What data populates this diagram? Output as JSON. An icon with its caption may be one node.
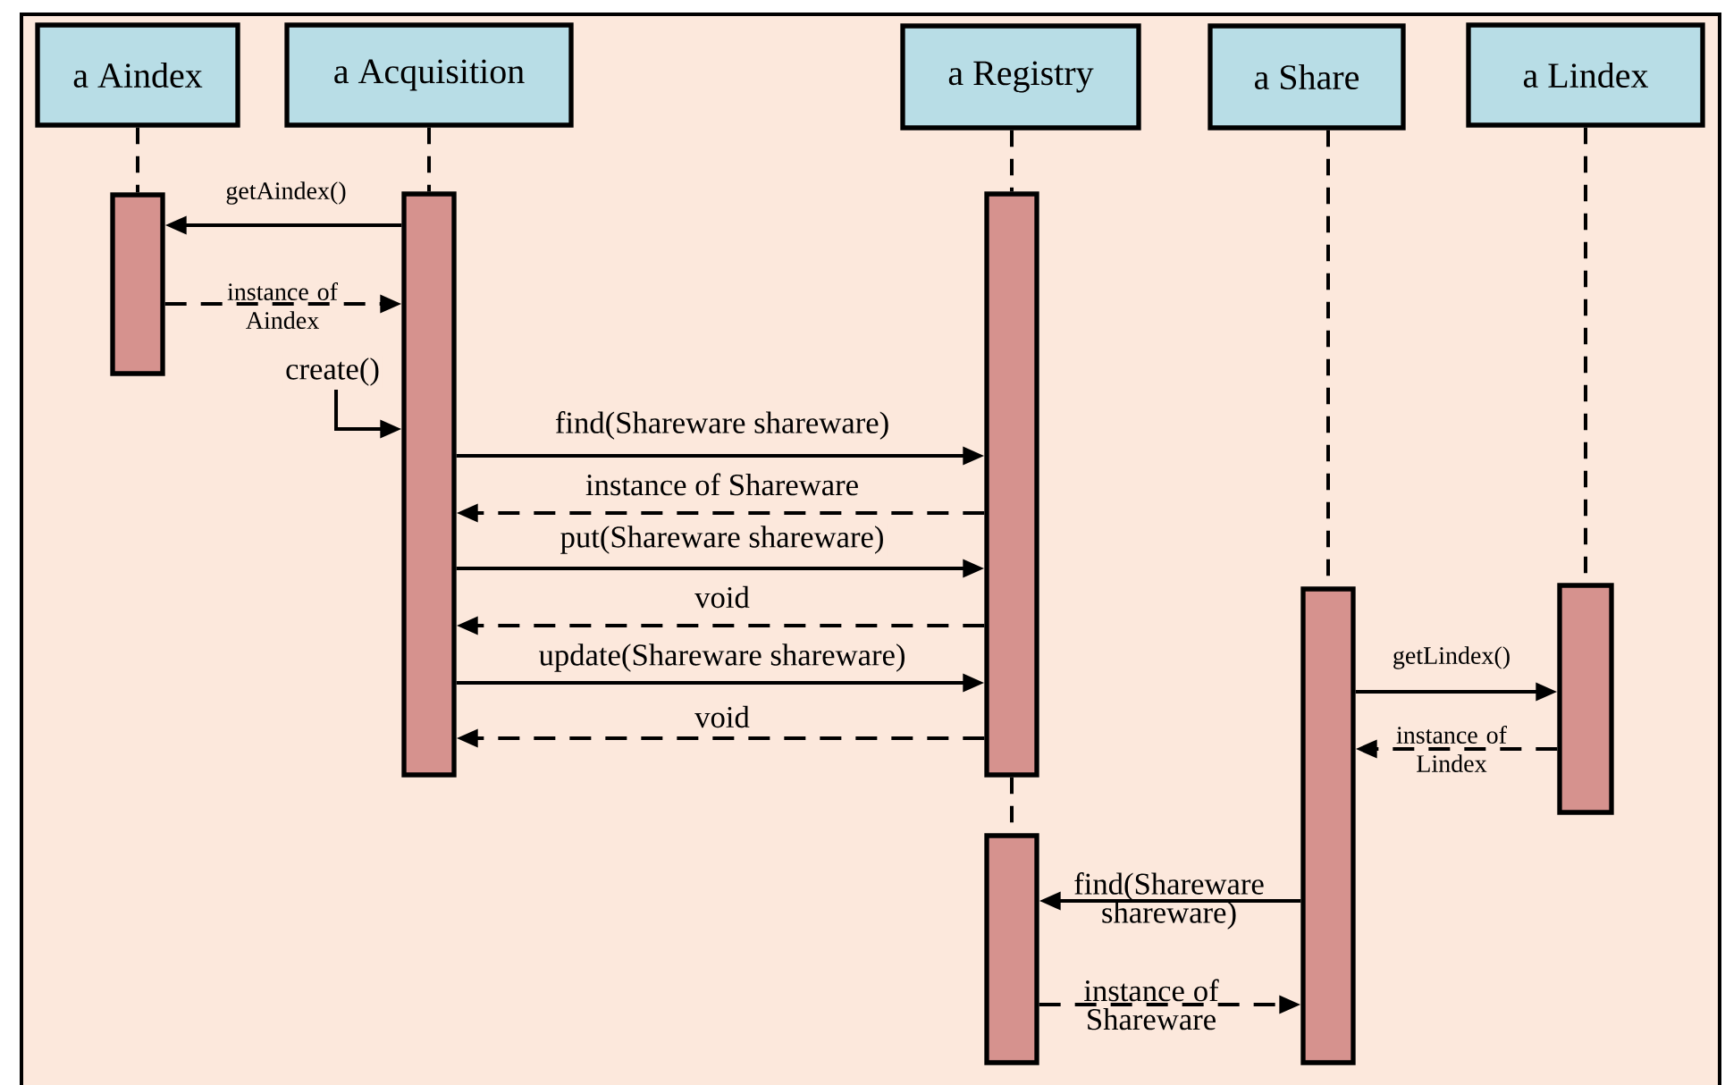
{
  "diagram": {
    "nodes": [
      {
        "text": [
          "a Aindex"
        ]
      },
      {
        "text": [
          "a Acquisition"
        ]
      },
      {
        "text": [
          "a Registry"
        ]
      },
      {
        "text": [
          "a Share"
        ]
      },
      {
        "text": [
          "a Lindex"
        ]
      },
      {
        "text": [],
        "shape": "bar"
      },
      {
        "text": [],
        "shape": "bar"
      },
      {
        "text": [],
        "shape": "bar"
      },
      {
        "text": [],
        "shape": "bar"
      },
      {
        "text": [],
        "shape": "bar"
      },
      {
        "text": [],
        "shape": "bar"
      }
    ],
    "edges": [
      {
        "from": 6,
        "to": 5,
        "arrow": "to",
        "label": "getAindex()"
      },
      {
        "from": 5,
        "to": 6,
        "arrow": "to",
        "label": "instance of Aindex",
        "style": "dashed"
      },
      {
        "from": null,
        "to": 6,
        "arrow": "to",
        "label": "create()"
      },
      {
        "from": 6,
        "to": 7,
        "arrow": "to",
        "label": "find(Shareware shareware)"
      },
      {
        "from": 7,
        "to": 6,
        "arrow": "to",
        "label": "instance of Shareware",
        "style": "dashed"
      },
      {
        "from": 6,
        "to": 7,
        "arrow": "to",
        "label": "put(Shareware shareware)"
      },
      {
        "from": 7,
        "to": 6,
        "arrow": "to",
        "label": "void",
        "style": "dashed"
      },
      {
        "from": 6,
        "to": 7,
        "arrow": "to",
        "label": "update(Shareware shareware)"
      },
      {
        "from": 7,
        "to": 6,
        "arrow": "to",
        "label": "void",
        "style": "dashed"
      },
      {
        "from": 8,
        "to": 9,
        "arrow": "to",
        "label": "getLindex()"
      },
      {
        "from": 9,
        "to": 8,
        "arrow": "to",
        "label": "instance of Lindex",
        "style": "dashed"
      },
      {
        "from": 8,
        "to": 10,
        "arrow": "to",
        "label": "find(Shareware shareware)"
      },
      {
        "from": 10,
        "to": 8,
        "arrow": "to",
        "label": "instance of Shareware",
        "style": "dashed"
      },
      {
        "from": 0,
        "to": 5,
        "arrow": "none",
        "style": "dashed"
      },
      {
        "from": 1,
        "to": 6,
        "arrow": "none",
        "style": "dashed"
      },
      {
        "from": 2,
        "to": 7,
        "arrow": "none",
        "style": "dashed"
      },
      {
        "from": 3,
        "to": 8,
        "arrow": "none",
        "style": "dashed"
      },
      {
        "from": 4,
        "to": 9,
        "arrow": "none",
        "style": "dashed"
      },
      {
        "from": 7,
        "to": 10,
        "arrow": "none",
        "style": "dashed"
      }
    ]
  }
}
